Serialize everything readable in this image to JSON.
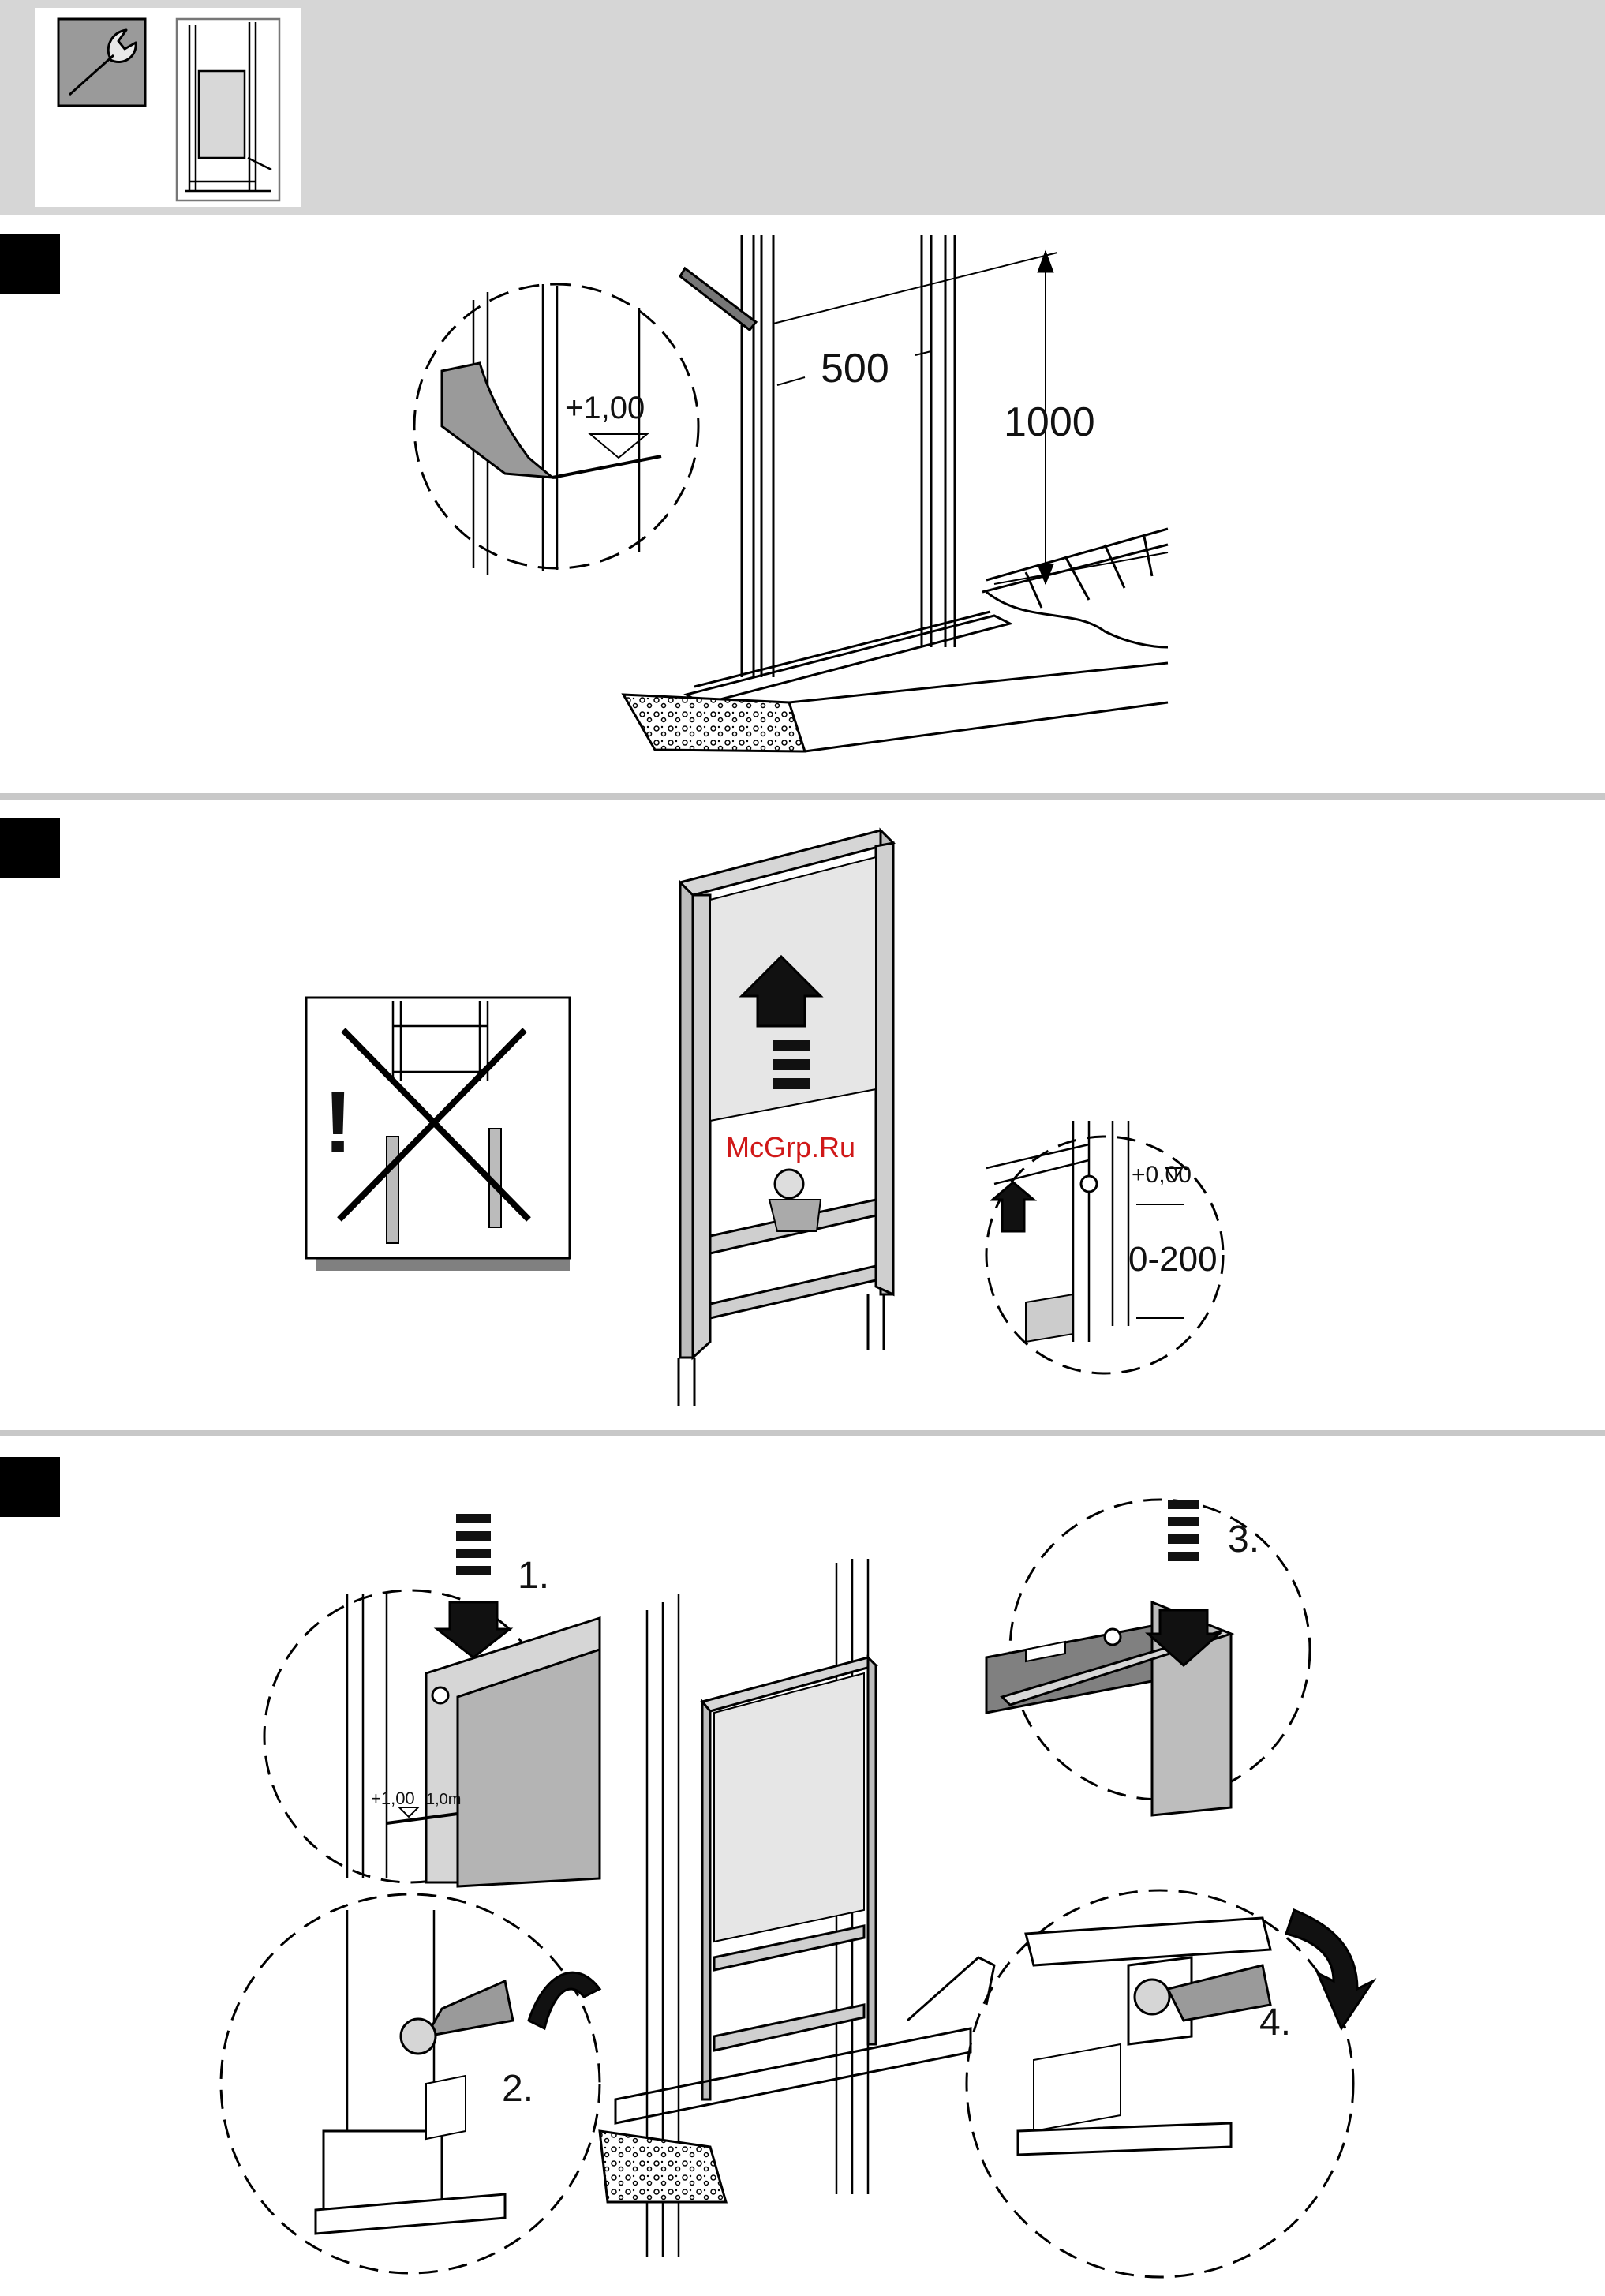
{
  "header": {
    "tool_icon": "wrench-icon",
    "context_icon": "wall-frame-icon"
  },
  "sections": [
    {
      "step_icon": "step-marker",
      "labels": {
        "height_mark": "+1,00",
        "width_dim": "500",
        "height_dim": "1000"
      }
    },
    {
      "step_icon": "step-marker",
      "labels": {
        "warning": "!",
        "level_mark": "+0,00",
        "adjust_range": "0-200",
        "watermark": "McGrp.Ru"
      }
    },
    {
      "step_icon": "step-marker",
      "labels": {
        "step1": "1.",
        "step2": "2.",
        "step3": "3.",
        "step4": "4.",
        "detail_mark_a": "+1,00",
        "detail_mark_b": "1,0m"
      }
    }
  ],
  "colors": {
    "header_band": "#d6d6d6",
    "marker": "#000000",
    "frame_grey": "#bdbdbd",
    "watermark": "#d01818"
  }
}
